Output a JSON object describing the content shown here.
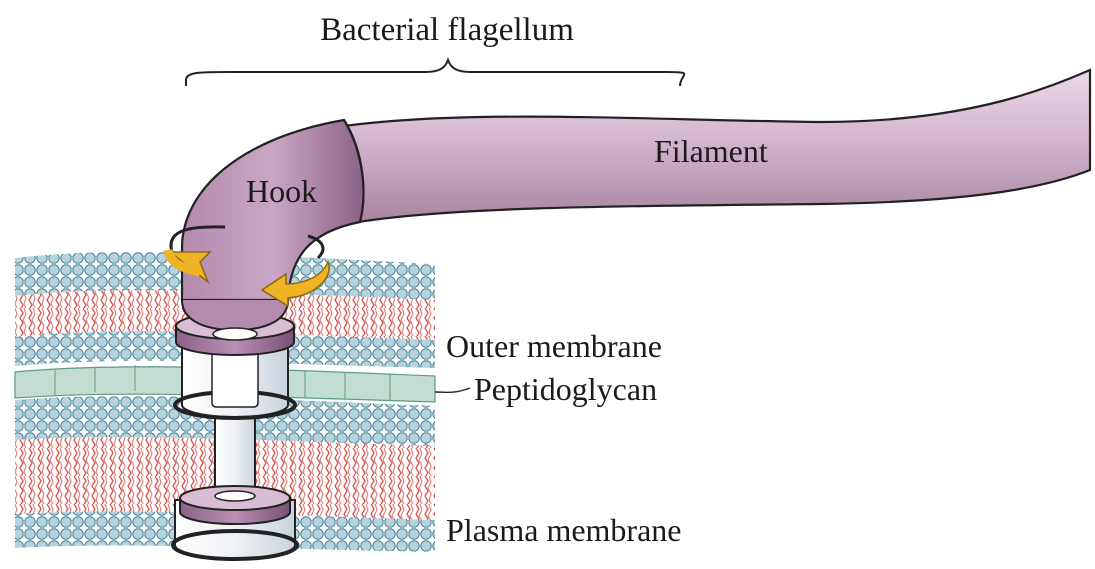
{
  "labels": {
    "title": "Bacterial flagellum",
    "filament": "Filament",
    "hook": "Hook",
    "outer_membrane": "Outer membrane",
    "peptidoglycan": "Peptidoglycan",
    "plasma_membrane": "Plasma membrane"
  },
  "colors": {
    "flagellum": "#c9a6c4",
    "flagellum_dark": "#8d6288",
    "ring": "#a5759e",
    "ring_top": "#d8bdd3",
    "rod": "#ece1ea",
    "lipid_head": "#aac9d6",
    "lipid_head_dark": "#4f8ea6",
    "lipid_tail": "#d9534f",
    "peptidoglycan": "#c2ded2",
    "rotation_arrow": "#f0b323"
  }
}
